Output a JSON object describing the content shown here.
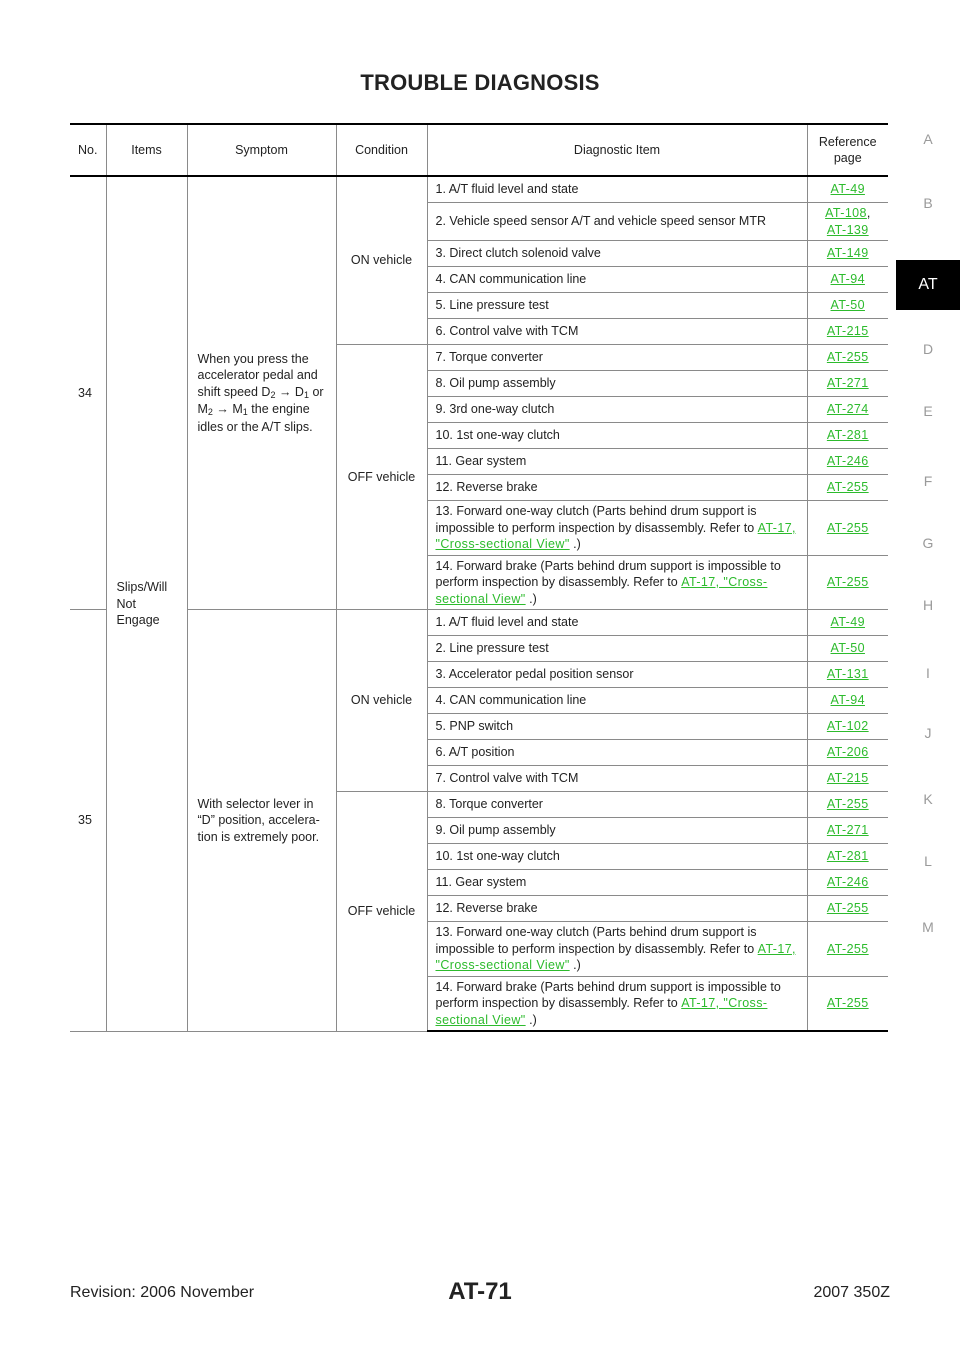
{
  "page": {
    "title": "TROUBLE DIAGNOSIS",
    "page_code": "AT-71",
    "revision": "Revision: 2006 November",
    "model": "2007 350Z"
  },
  "side_index": [
    "A",
    "B",
    "AT",
    "D",
    "E",
    "F",
    "G",
    "H",
    "I",
    "J",
    "K",
    "L",
    "M"
  ],
  "side_index_active": "AT",
  "link_color": "#2dbb2d",
  "table": {
    "headers": {
      "no": "No.",
      "items": "Items",
      "symptom": "Symptom",
      "condition": "Condition",
      "diagnostic": "Diagnostic Item",
      "reference": "Reference page"
    },
    "item_label": "Slips/Will Not Engage",
    "rows": [
      {
        "no": "34",
        "symptom": {
          "pre": "When you press the accelerator pedal and shift speed D",
          "s1": "2",
          "mid1": " → D",
          "s2": "1",
          "mid2": " or M",
          "s3": "2",
          "mid3": " → M",
          "s4": "1",
          "post": " the engine idles or the A/T slips."
        },
        "on_label": "ON vehicle",
        "off_label": "OFF vehicle",
        "on_items": [
          {
            "text": "1. A/T fluid level and state",
            "ref": "AT-49"
          },
          {
            "text": "2. Vehicle speed sensor A/T and vehicle speed sensor MTR",
            "ref": "AT-108",
            "ref2": "AT-139"
          },
          {
            "text": "3. Direct clutch solenoid valve",
            "ref": "AT-149"
          },
          {
            "text": "4. CAN communication line",
            "ref": "AT-94"
          },
          {
            "text": "5. Line pressure test",
            "ref": "AT-50"
          },
          {
            "text": "6. Control valve with TCM",
            "ref": "AT-215"
          }
        ],
        "off_items": [
          {
            "text": "7. Torque converter",
            "ref": "AT-255"
          },
          {
            "text": "8. Oil pump assembly",
            "ref": "AT-271"
          },
          {
            "text": "9. 3rd one-way clutch",
            "ref": "AT-274"
          },
          {
            "text": "10. 1st one-way clutch",
            "ref": "AT-281"
          },
          {
            "text": "11. Gear system",
            "ref": "AT-246"
          },
          {
            "text": "12. Reverse brake",
            "ref": "AT-255"
          },
          {
            "text": "13. Forward one-way clutch (Parts behind drum support is impossible to perform inspection by disassembly. Refer to ",
            "link": "AT-17, \"Cross-sectional View\"",
            "tail": " .)",
            "ref": "AT-255"
          },
          {
            "text": "14. Forward brake (Parts behind drum support is impossible to perform inspection by disassembly. Refer to ",
            "link": "AT-17, \"Cross-sectional View\"",
            "tail": " .)",
            "ref": "AT-255"
          }
        ]
      },
      {
        "no": "35",
        "symptom": "With selector lever in “D” position, accelera-tion is extremely poor.",
        "on_label": "ON vehicle",
        "off_label": "OFF vehicle",
        "on_items": [
          {
            "text": "1. A/T fluid level and state",
            "ref": "AT-49"
          },
          {
            "text": "2. Line pressure test",
            "ref": "AT-50"
          },
          {
            "text": "3. Accelerator pedal position sensor",
            "ref": "AT-131"
          },
          {
            "text": "4. CAN communication line",
            "ref": "AT-94"
          },
          {
            "text": "5. PNP switch",
            "ref": "AT-102"
          },
          {
            "text": "6. A/T position",
            "ref": "AT-206"
          },
          {
            "text": "7. Control valve with TCM",
            "ref": "AT-215"
          }
        ],
        "off_items": [
          {
            "text": "8. Torque converter",
            "ref": "AT-255"
          },
          {
            "text": "9. Oil pump assembly",
            "ref": "AT-271"
          },
          {
            "text": "10. 1st one-way clutch",
            "ref": "AT-281"
          },
          {
            "text": "11. Gear system",
            "ref": "AT-246"
          },
          {
            "text": "12. Reverse brake",
            "ref": "AT-255"
          },
          {
            "text": "13. Forward one-way clutch (Parts behind drum support is impossible to perform inspection by disassembly. Refer to ",
            "link": "AT-17, \"Cross-sectional View\"",
            "tail": " .)",
            "ref": "AT-255"
          },
          {
            "text": "14. Forward brake (Parts behind drum support is impossible to perform inspection by disassembly. Refer to ",
            "link": "AT-17, \"Cross-sectional View\"",
            "tail": " .)",
            "ref": "AT-255"
          }
        ]
      }
    ]
  }
}
